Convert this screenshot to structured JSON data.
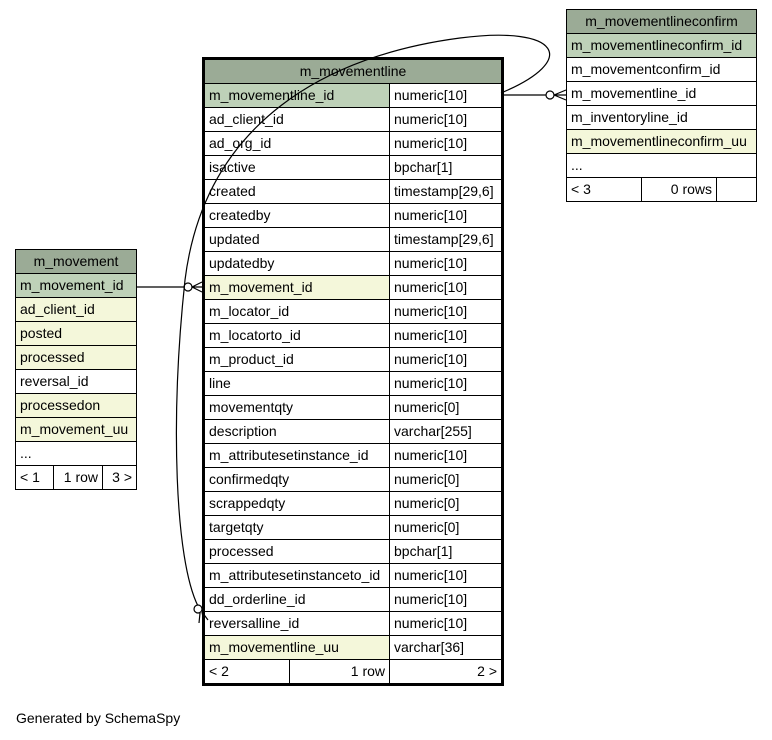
{
  "tables": {
    "movementlineconfirm": {
      "name": "m_movementlineconfirm",
      "columns": [
        {
          "name": "m_movementlineconfirm_id",
          "kind": "pk"
        },
        {
          "name": "m_movementconfirm_id",
          "kind": "plain"
        },
        {
          "name": "m_movementline_id",
          "kind": "plain"
        },
        {
          "name": "m_inventoryline_id",
          "kind": "plain"
        },
        {
          "name": "m_movementlineconfirm_uu",
          "kind": "idx"
        },
        {
          "name": "...",
          "kind": "plain"
        }
      ],
      "footer": {
        "left": "< 3",
        "middle": "0 rows",
        "right": ""
      }
    },
    "movementline": {
      "name": "m_movementline",
      "columns": [
        {
          "name": "m_movementline_id",
          "type": "numeric[10]",
          "kind": "pk"
        },
        {
          "name": "ad_client_id",
          "type": "numeric[10]",
          "kind": "plain"
        },
        {
          "name": "ad_org_id",
          "type": "numeric[10]",
          "kind": "plain"
        },
        {
          "name": "isactive",
          "type": "bpchar[1]",
          "kind": "plain"
        },
        {
          "name": "created",
          "type": "timestamp[29,6]",
          "kind": "plain"
        },
        {
          "name": "createdby",
          "type": "numeric[10]",
          "kind": "plain"
        },
        {
          "name": "updated",
          "type": "timestamp[29,6]",
          "kind": "plain"
        },
        {
          "name": "updatedby",
          "type": "numeric[10]",
          "kind": "plain"
        },
        {
          "name": "m_movement_id",
          "type": "numeric[10]",
          "kind": "idx"
        },
        {
          "name": "m_locator_id",
          "type": "numeric[10]",
          "kind": "plain"
        },
        {
          "name": "m_locatorto_id",
          "type": "numeric[10]",
          "kind": "plain"
        },
        {
          "name": "m_product_id",
          "type": "numeric[10]",
          "kind": "plain"
        },
        {
          "name": "line",
          "type": "numeric[10]",
          "kind": "plain"
        },
        {
          "name": "movementqty",
          "type": "numeric[0]",
          "kind": "plain"
        },
        {
          "name": "description",
          "type": "varchar[255]",
          "kind": "plain"
        },
        {
          "name": "m_attributesetinstance_id",
          "type": "numeric[10]",
          "kind": "plain"
        },
        {
          "name": "confirmedqty",
          "type": "numeric[0]",
          "kind": "plain"
        },
        {
          "name": "scrappedqty",
          "type": "numeric[0]",
          "kind": "plain"
        },
        {
          "name": "targetqty",
          "type": "numeric[0]",
          "kind": "plain"
        },
        {
          "name": "processed",
          "type": "bpchar[1]",
          "kind": "plain"
        },
        {
          "name": "m_attributesetinstanceto_id",
          "type": "numeric[10]",
          "kind": "plain"
        },
        {
          "name": "dd_orderline_id",
          "type": "numeric[10]",
          "kind": "plain"
        },
        {
          "name": "reversalline_id",
          "type": "numeric[10]",
          "kind": "plain"
        },
        {
          "name": "m_movementline_uu",
          "type": "varchar[36]",
          "kind": "idx"
        }
      ],
      "footer": {
        "left": "< 2",
        "middle": "1 row",
        "right": "2 >"
      }
    },
    "movement": {
      "name": "m_movement",
      "columns": [
        {
          "name": "m_movement_id",
          "kind": "pk"
        },
        {
          "name": "ad_client_id",
          "kind": "idx"
        },
        {
          "name": "posted",
          "kind": "idx"
        },
        {
          "name": "processed",
          "kind": "idx"
        },
        {
          "name": "reversal_id",
          "kind": "plain"
        },
        {
          "name": "processedon",
          "kind": "idx"
        },
        {
          "name": "m_movement_uu",
          "kind": "idx"
        },
        {
          "name": "...",
          "kind": "plain"
        }
      ],
      "footer": {
        "left": "< 1",
        "middle": "1 row",
        "right": "3 >"
      }
    }
  },
  "generated_by": "Generated by SchemaSpy",
  "colors": {
    "header": "#9bab96",
    "primary_key": "#bed1b8",
    "indexed": "#f4f7da",
    "edge": "#000000"
  }
}
